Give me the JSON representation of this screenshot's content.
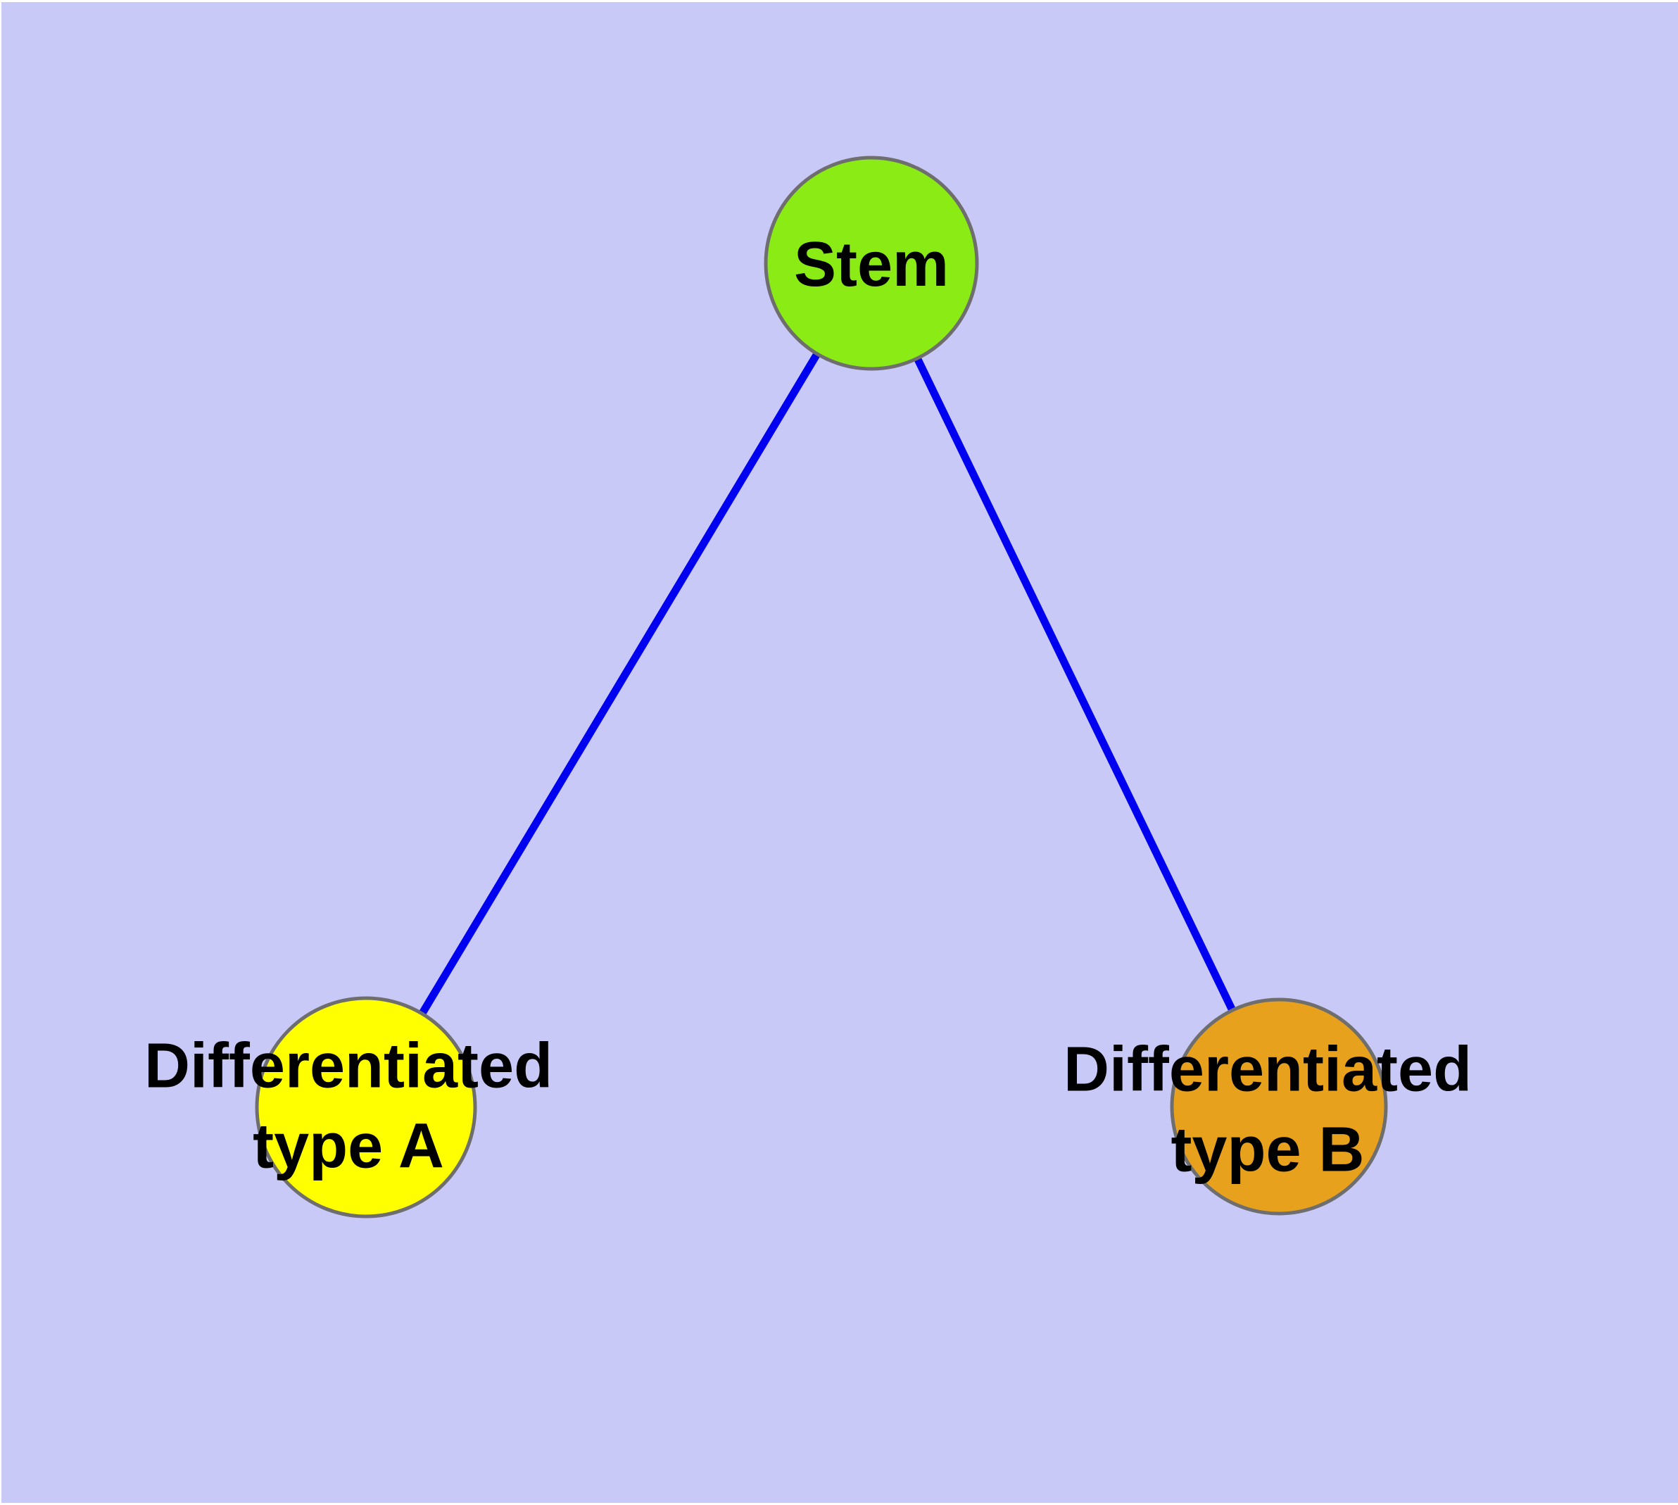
{
  "diagram": {
    "background_color": "#c9c9f8",
    "margin_color": "#ffffff",
    "node_border_color": "#6e6e6e",
    "edge_color": "#0000f0",
    "text_color": "#000000",
    "nodes": [
      {
        "id": "stem",
        "label": "Stem",
        "fill": "#8aec14"
      },
      {
        "id": "differentiated-type-a",
        "label": "Differentiated\ntype A",
        "fill": "#ffff00"
      },
      {
        "id": "differentiated-type-b",
        "label": "Differentiated\ntype B",
        "fill": "#e8a11d"
      }
    ],
    "edges": [
      {
        "from": "stem",
        "to": "differentiated-type-a"
      },
      {
        "from": "stem",
        "to": "differentiated-type-b"
      }
    ]
  }
}
